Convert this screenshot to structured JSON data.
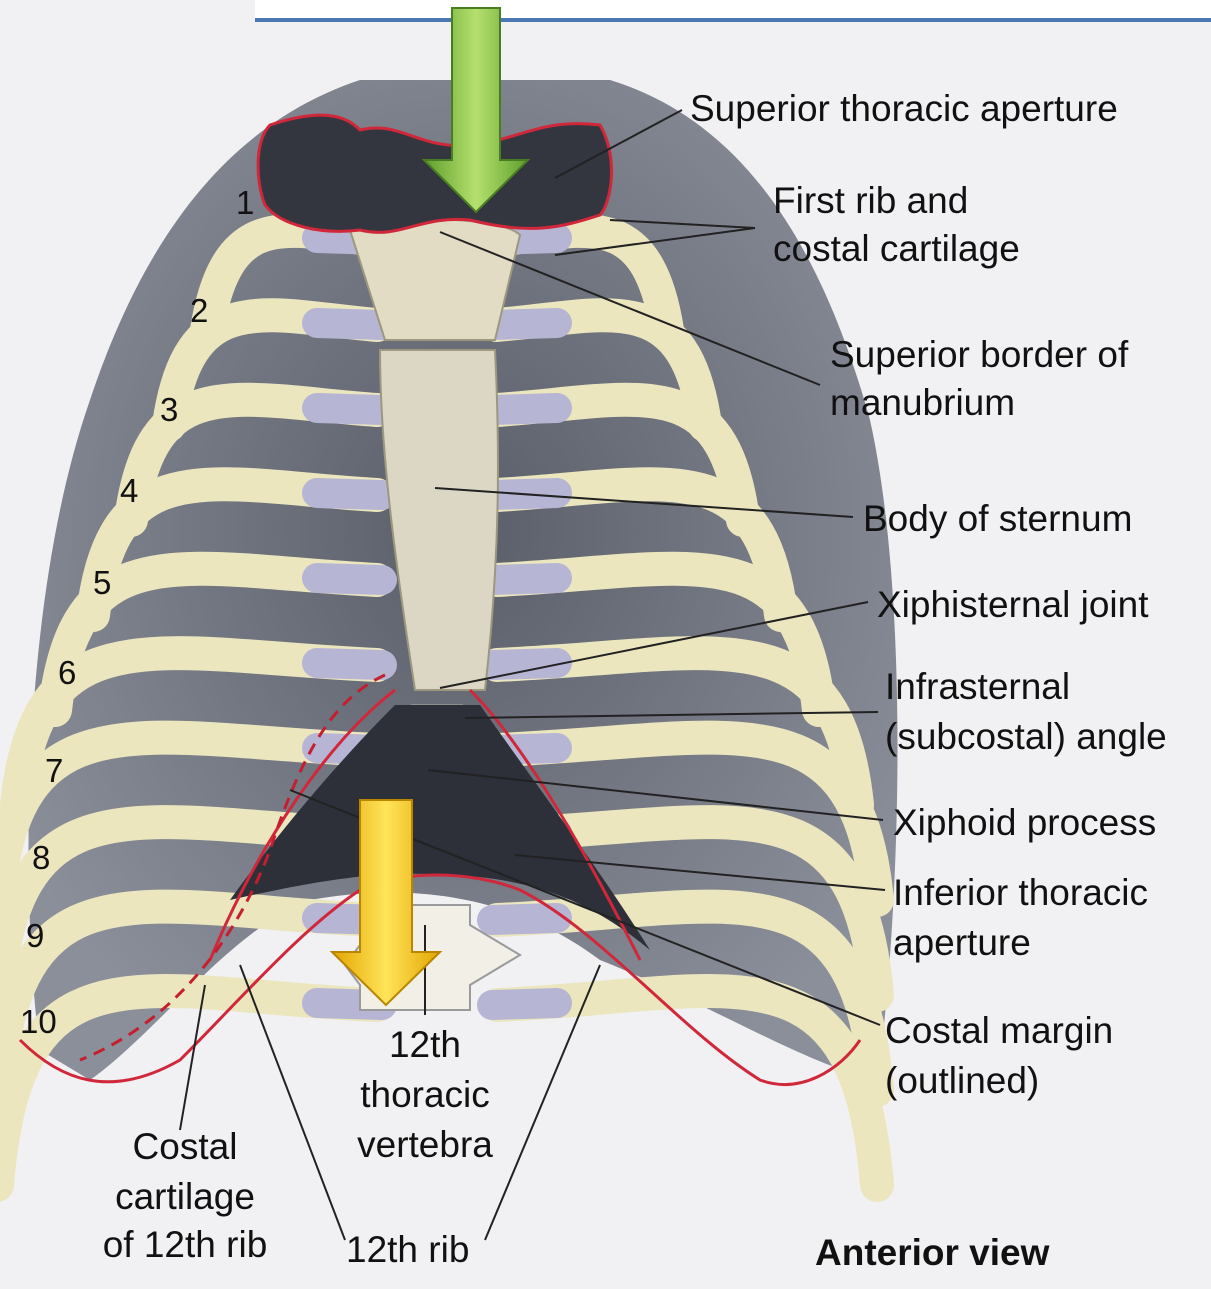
{
  "rib_numbers": [
    "1",
    "2",
    "3",
    "4",
    "5",
    "6",
    "7",
    "8",
    "9",
    "10"
  ],
  "labels": {
    "superior_thoracic_aperture": "Superior thoracic aperture",
    "first_rib_line1": "First rib and",
    "first_rib_line2": "costal cartilage",
    "superior_border_line1": "Superior border of",
    "superior_border_line2": "manubrium",
    "body_of_sternum": "Body of sternum",
    "xiphisternal_joint": "Xiphisternal joint",
    "infrasternal_line1": "Infrasternal",
    "infrasternal_line2": "(subcostal) angle",
    "xiphoid_process": "Xiphoid process",
    "inferior_aperture_line1": "Inferior thoracic",
    "inferior_aperture_line2": "aperture",
    "costal_margin_line1": "Costal margin",
    "costal_margin_line2": "(outlined)",
    "vertebra_line1": "12th",
    "vertebra_line2": "thoracic",
    "vertebra_line3": "vertebra",
    "costal_cartilage_line1": "Costal",
    "costal_cartilage_line2": "cartilage",
    "costal_cartilage_line3": "of 12th rib",
    "twelfth_rib": "12th rib",
    "view": "Anterior view"
  },
  "colors": {
    "green_arrow": "#7cc242",
    "yellow_arrow": "#f6c500",
    "outline": "#d0283a",
    "rib_bone": "#ece6bf",
    "cartilage": "#b7b5d4"
  }
}
